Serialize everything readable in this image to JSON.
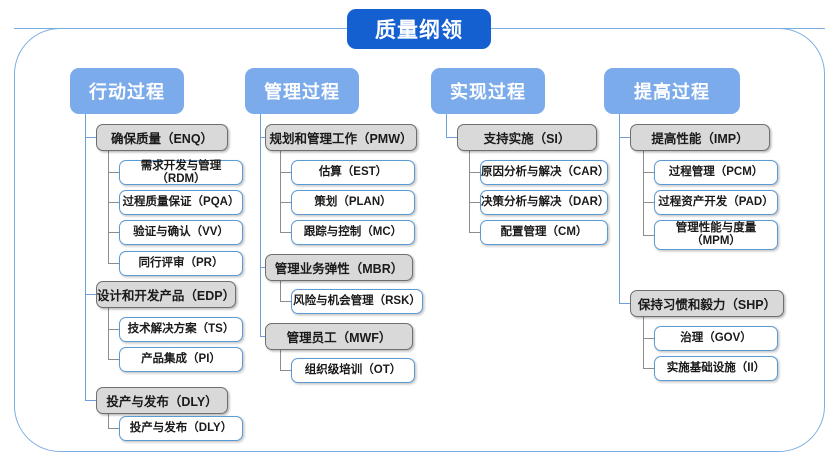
{
  "title": {
    "label": "质量纲领"
  },
  "columns": [
    {
      "id": "action-process",
      "header": "行动过程",
      "groups": [
        {
          "code": "ENQ",
          "label": "确保质量（ENQ）",
          "items": [
            {
              "code": "RDM",
              "label": "需求开发与管理（RDM）"
            },
            {
              "code": "PQA",
              "label": "过程质量保证（PQA）"
            },
            {
              "code": "VV",
              "label": "验证与确认（VV）"
            },
            {
              "code": "PR",
              "label": "同行评审（PR）"
            }
          ]
        },
        {
          "code": "EDP",
          "label": "设计和开发产品（EDP）",
          "items": [
            {
              "code": "TS",
              "label": "技术解决方案（TS）"
            },
            {
              "code": "PI",
              "label": "产品集成（PI）"
            }
          ]
        },
        {
          "code": "DLY",
          "label": "投产与发布（DLY）",
          "items": [
            {
              "code": "DLY",
              "label": "投产与发布（DLY）"
            }
          ]
        }
      ]
    },
    {
      "id": "management-process",
      "header": "管理过程",
      "groups": [
        {
          "code": "PMW",
          "label": "规划和管理工作（PMW）",
          "items": [
            {
              "code": "EST",
              "label": "估算（EST）"
            },
            {
              "code": "PLAN",
              "label": "策划（PLAN）"
            },
            {
              "code": "MC",
              "label": "跟踪与控制（MC）"
            }
          ]
        },
        {
          "code": "MBR",
          "label": "管理业务弹性（MBR）",
          "items": [
            {
              "code": "RSK",
              "label": "风险与机会管理（RSK）"
            }
          ]
        },
        {
          "code": "MWF",
          "label": "管理员工（MWF）",
          "items": [
            {
              "code": "OT",
              "label": "组织级培训（OT）"
            }
          ]
        }
      ]
    },
    {
      "id": "realization-process",
      "header": "实现过程",
      "groups": [
        {
          "code": "SI",
          "label": "支持实施（SI）",
          "items": [
            {
              "code": "CAR",
              "label": "原因分析与解决（CAR）"
            },
            {
              "code": "DAR",
              "label": "决策分析与解决（DAR）"
            },
            {
              "code": "CM",
              "label": "配置管理（CM）"
            }
          ]
        }
      ]
    },
    {
      "id": "improvement-process",
      "header": "提高过程",
      "groups": [
        {
          "code": "IMP",
          "label": "提高性能（IMP）",
          "items": [
            {
              "code": "PCM",
              "label": "过程管理（PCM）"
            },
            {
              "code": "PAD",
              "label": "过程资产开发（PAD）"
            },
            {
              "code": "MPM",
              "label": "管理性能与度量\n（MPM）"
            }
          ]
        },
        {
          "code": "SHP",
          "label": "保持习惯和毅力（SHP）",
          "items": [
            {
              "code": "GOV",
              "label": "治理（GOV）"
            },
            {
              "code": "II",
              "label": "实施基础设施（II）"
            }
          ]
        }
      ]
    }
  ],
  "colors": {
    "title_bg": "#1560d0",
    "header_bg": "#7cabeb",
    "group_bg": "#d9d9d9",
    "leaf_border": "#5b9bd5",
    "frame_border": "#7aaee0",
    "connector": "#6f9fd8"
  }
}
